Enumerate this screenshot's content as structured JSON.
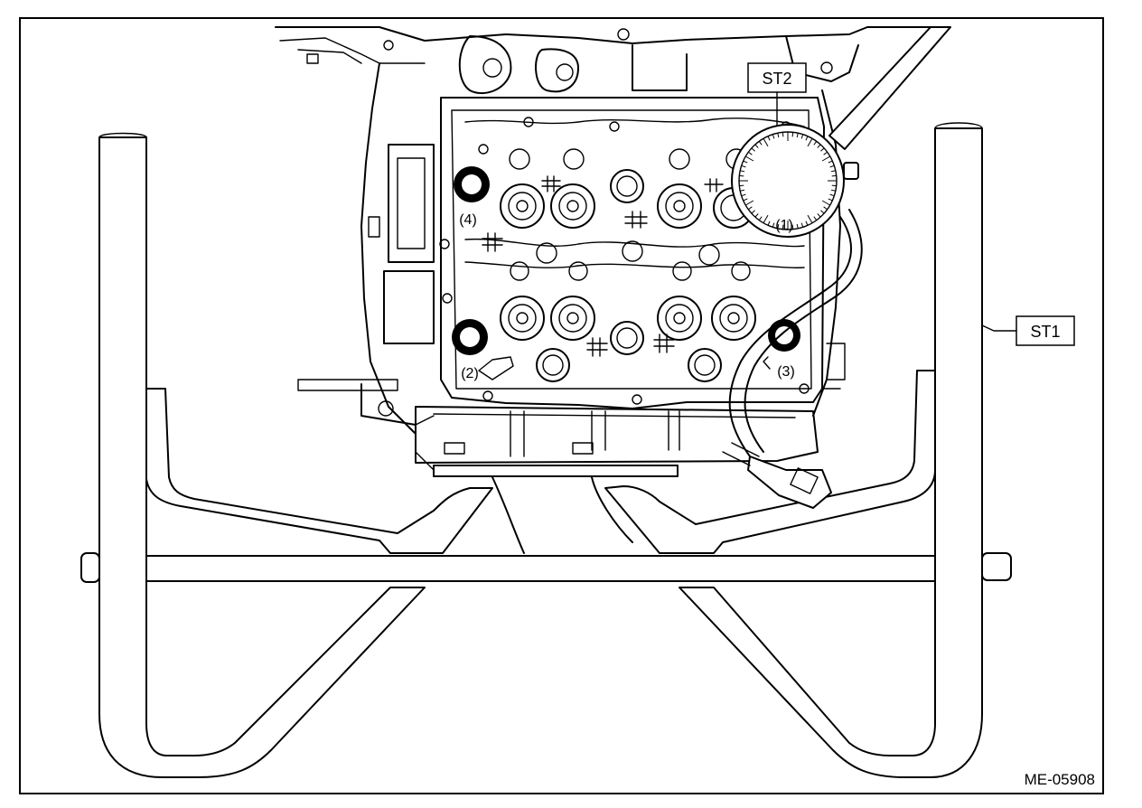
{
  "diagram": {
    "labels": {
      "st1": "ST1",
      "st2": "ST2",
      "callout_1": "(1)",
      "callout_2": "(2)",
      "callout_3": "(3)",
      "callout_4": "(4)"
    },
    "figure_id": "ME-05908"
  }
}
